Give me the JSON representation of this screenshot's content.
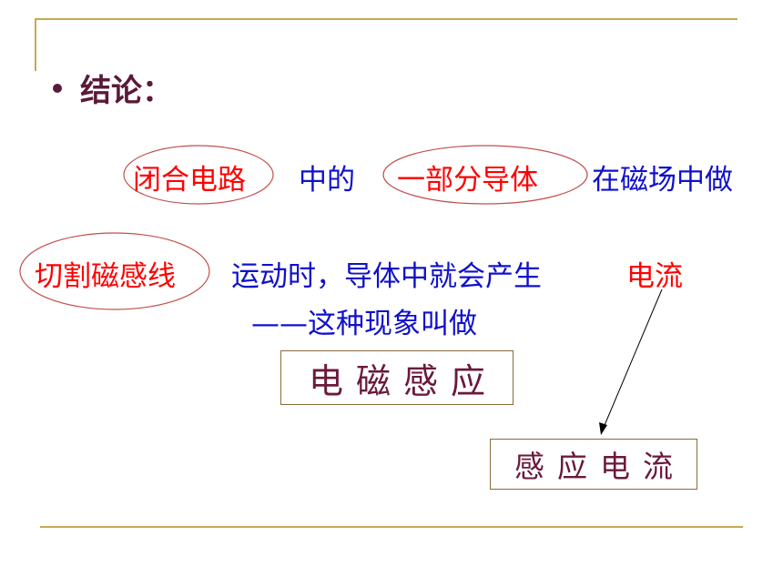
{
  "heading": "结论：",
  "line1": {
    "term1": "闭合电路",
    "mid": "中的",
    "term2": "一部分导体",
    "tail": "在磁场中做"
  },
  "line2": {
    "term1": "切割磁感线",
    "mid": "运动时，导体中就会产生",
    "term2": "电流"
  },
  "line3": "——这种现象叫做",
  "box_main": "电磁感应",
  "box_result": "感应电流",
  "colors": {
    "heading": "#5a1a3a",
    "highlight": "#ff0000",
    "body": "#1010cc",
    "rule": "#c8a850",
    "box_text": "#6a1a3a"
  }
}
